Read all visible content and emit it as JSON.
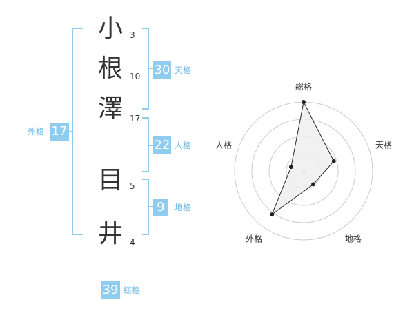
{
  "name": {
    "chars": [
      {
        "char": "小",
        "strokes": "3"
      },
      {
        "char": "根",
        "strokes": "10"
      },
      {
        "char": "澤",
        "strokes": "17"
      },
      {
        "char": "目",
        "strokes": "5"
      },
      {
        "char": "井",
        "strokes": "4"
      }
    ]
  },
  "scores": {
    "tenkaku": {
      "value": "30",
      "label": "天格"
    },
    "jinkaku": {
      "value": "22",
      "label": "人格"
    },
    "chikaku": {
      "value": "9",
      "label": "地格"
    },
    "gaikaku": {
      "value": "17",
      "label": "外格"
    },
    "soukaku": {
      "value": "39",
      "label": "総格"
    }
  },
  "colors": {
    "accent": "#8fccef",
    "label": "#6cb9e8",
    "text": "#333333"
  },
  "chart_data": {
    "type": "radar",
    "axes": [
      "総格",
      "天格",
      "地格",
      "外格",
      "人格"
    ],
    "values": [
      1.0,
      0.46,
      0.24,
      0.78,
      0.19
    ],
    "rings": 4,
    "fill": "#eeeeee",
    "stroke": "#222222"
  }
}
